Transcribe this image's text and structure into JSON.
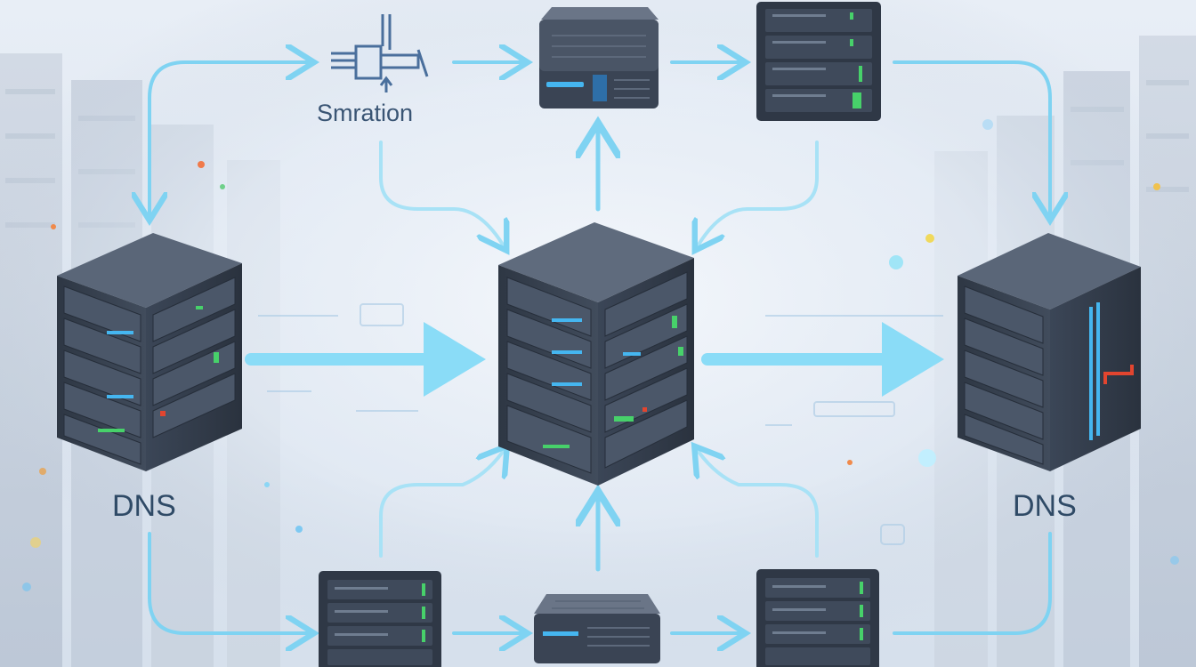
{
  "labels": {
    "top_label": "Smration",
    "left_label": "DNS",
    "right_label": "DNS"
  },
  "colors": {
    "background": "#e3eaf3",
    "arrow": "#7fd3f2",
    "arrow_strong": "#62c8f0",
    "server_body": "#3b4656",
    "server_dark": "#262e3a",
    "server_top": "#5a6678",
    "led_green": "#47d16a",
    "led_blue": "#45b6f0",
    "led_red": "#e2452f"
  },
  "icons": {
    "top_icon": "migration-hardware-icon"
  }
}
